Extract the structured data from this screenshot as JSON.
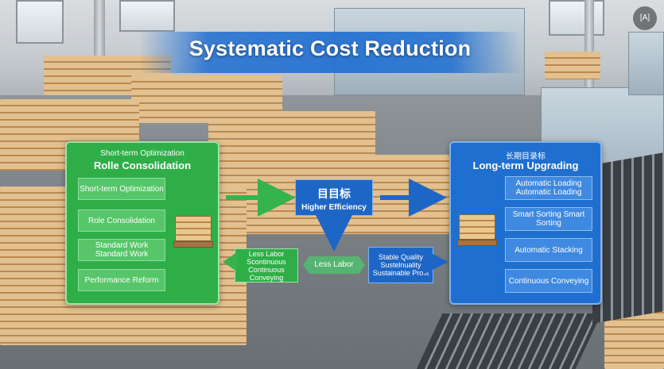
{
  "title": "Systematic Cost Reduction",
  "left_panel": {
    "subtitle": "Short-term Optimization",
    "heading": "Rolle Consolidation",
    "items": [
      "Short-term Optimization",
      "Role Consolidation",
      "Standard Work Standard Work",
      "Performance Reform"
    ]
  },
  "right_panel": {
    "subtitle": "长期目录标",
    "heading": "Long-term Upgrading",
    "items": [
      "Automatic Loading Automatic Loading",
      "Smart Sorting Smart Sorting",
      "Automatic Stacking",
      "Continuous Conveying"
    ]
  },
  "center": {
    "goal_cn": "目目标",
    "goal_en": "Higher Efficiency",
    "green_card": "Less Labor Scontinuous Continuous Conveying",
    "less_labor": "Less Labor",
    "blue_card": "Stable Quality Sustelnuality Sustainable Profit"
  },
  "colors": {
    "green": "#2fae48",
    "blue": "#1e66c6",
    "title_band": "#1e6ed2"
  }
}
